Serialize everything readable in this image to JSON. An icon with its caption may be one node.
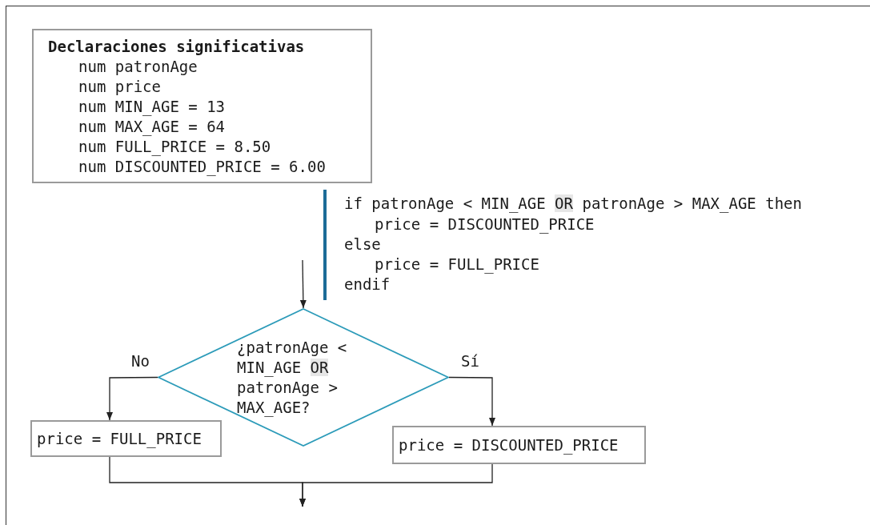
{
  "diagram": {
    "nodes": [
      {
        "text": [
          "Declaraciones significativas",
          "num patronAge",
          "num price",
          "num MIN_AGE = 13",
          "num MAX_AGE = 64",
          "num FULL_PRICE = 8.50",
          "num DISCOUNTED_PRICE = 6.00"
        ]
      },
      {
        "text": [
          "¿patronAge < MIN_AGE **OR** patronAge > MAX_AGE?"
        ]
      },
      {
        "text": [
          "price = FULL_PRICE"
        ]
      },
      {
        "text": [
          "price = DISCOUNTED_PRICE"
        ]
      }
    ],
    "edges": [
      {
        "from": null,
        "to": 1,
        "arrow": "to"
      },
      {
        "from": 1,
        "to": 2,
        "arrow": "to",
        "label": "No"
      },
      {
        "from": 1,
        "to": 3,
        "arrow": "to",
        "label": "Sí"
      },
      {
        "from": 2,
        "to": null,
        "arrow": "to"
      },
      {
        "from": 3,
        "to": null,
        "arrow": "to"
      }
    ],
    "labels": [
      "if patronAge < MIN_AGE **OR** patronAge > MAX_AGE then",
      "price = DISCOUNTED_PRICE",
      "else",
      "price = FULL_PRICE",
      "endif"
    ]
  }
}
